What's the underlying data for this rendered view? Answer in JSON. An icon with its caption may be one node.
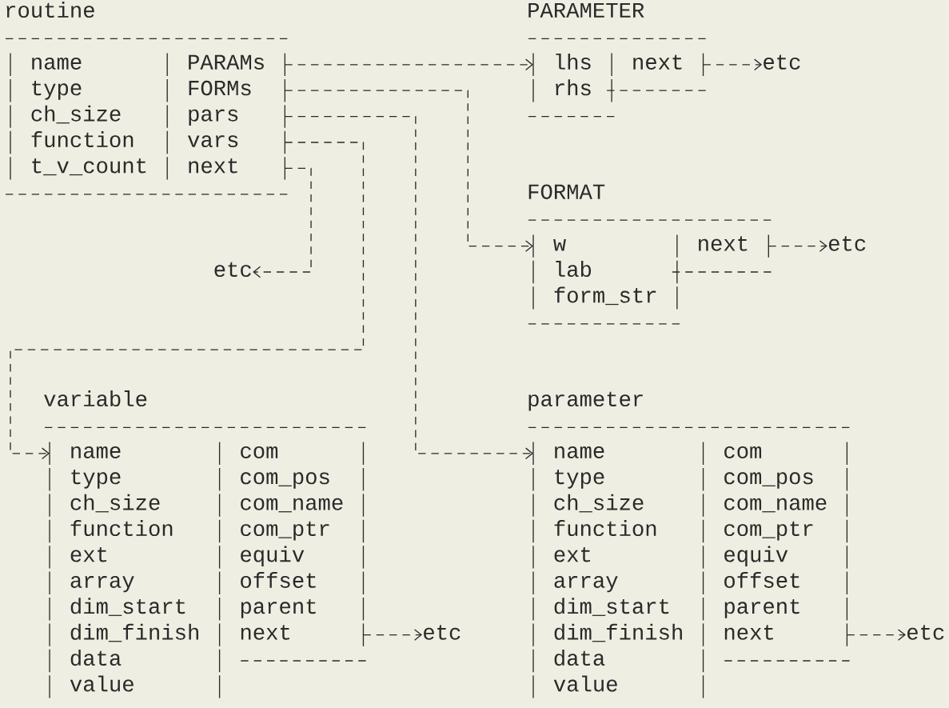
{
  "diagram": {
    "nodes": [
      {
        "text": [
          "routine"
        ]
      },
      {
        "text": [
          "name"
        ],
        "in": 0
      },
      {
        "text": [
          "PARAMs"
        ],
        "in": 0
      },
      {
        "text": [
          "type"
        ],
        "in": 0
      },
      {
        "text": [
          "FORMs"
        ],
        "in": 0
      },
      {
        "text": [
          "ch_size"
        ],
        "in": 0
      },
      {
        "text": [
          "pars"
        ],
        "in": 0
      },
      {
        "text": [
          "function"
        ],
        "in": 0
      },
      {
        "text": [
          "vars"
        ],
        "in": 0
      },
      {
        "text": [
          "t_v_count"
        ],
        "in": 0
      },
      {
        "text": [
          "next"
        ],
        "in": 0
      },
      {
        "text": [
          "PARAMETER"
        ]
      },
      {
        "text": [
          "lhs"
        ],
        "in": 11
      },
      {
        "text": [
          "next"
        ],
        "in": 11
      },
      {
        "text": [
          "rhs"
        ],
        "in": 11
      },
      {
        "text": [
          "etc"
        ]
      },
      {
        "text": [
          "FORMAT"
        ]
      },
      {
        "text": [
          "w"
        ],
        "in": 16
      },
      {
        "text": [
          "next"
        ],
        "in": 16
      },
      {
        "text": [
          "lab"
        ],
        "in": 16
      },
      {
        "text": [
          "form_str"
        ],
        "in": 16
      },
      {
        "text": [
          "etc"
        ]
      },
      {
        "text": [
          "etc"
        ]
      },
      {
        "text": [
          "variable"
        ]
      },
      {
        "text": [
          "name"
        ],
        "in": 23
      },
      {
        "text": [
          "com"
        ],
        "in": 23
      },
      {
        "text": [
          "type"
        ],
        "in": 23
      },
      {
        "text": [
          "com_pos"
        ],
        "in": 23
      },
      {
        "text": [
          "ch_size"
        ],
        "in": 23
      },
      {
        "text": [
          "com_name"
        ],
        "in": 23
      },
      {
        "text": [
          "function"
        ],
        "in": 23
      },
      {
        "text": [
          "com_ptr"
        ],
        "in": 23
      },
      {
        "text": [
          "ext"
        ],
        "in": 23
      },
      {
        "text": [
          "equiv"
        ],
        "in": 23
      },
      {
        "text": [
          "array"
        ],
        "in": 23
      },
      {
        "text": [
          "offset"
        ],
        "in": 23
      },
      {
        "text": [
          "dim_start"
        ],
        "in": 23
      },
      {
        "text": [
          "parent"
        ],
        "in": 23
      },
      {
        "text": [
          "dim_finish"
        ],
        "in": 23
      },
      {
        "text": [
          "next"
        ],
        "in": 23
      },
      {
        "text": [
          "data"
        ],
        "in": 23
      },
      {
        "text": [
          "value"
        ],
        "in": 23
      },
      {
        "text": [
          "etc"
        ]
      },
      {
        "text": [
          "parameter"
        ]
      },
      {
        "text": [
          "name"
        ],
        "in": 43
      },
      {
        "text": [
          "com"
        ],
        "in": 43
      },
      {
        "text": [
          "type"
        ],
        "in": 43
      },
      {
        "text": [
          "com_pos"
        ],
        "in": 43
      },
      {
        "text": [
          "ch_size"
        ],
        "in": 43
      },
      {
        "text": [
          "com_name"
        ],
        "in": 43
      },
      {
        "text": [
          "function"
        ],
        "in": 43
      },
      {
        "text": [
          "com_ptr"
        ],
        "in": 43
      },
      {
        "text": [
          "ext"
        ],
        "in": 43
      },
      {
        "text": [
          "equiv"
        ],
        "in": 43
      },
      {
        "text": [
          "array"
        ],
        "in": 43
      },
      {
        "text": [
          "offset"
        ],
        "in": 43
      },
      {
        "text": [
          "dim_start"
        ],
        "in": 43
      },
      {
        "text": [
          "parent"
        ],
        "in": 43
      },
      {
        "text": [
          "dim_finish"
        ],
        "in": 43
      },
      {
        "text": [
          "next"
        ],
        "in": 43
      },
      {
        "text": [
          "data"
        ],
        "in": 43
      },
      {
        "text": [
          "value"
        ],
        "in": 43
      },
      {
        "text": [
          "etc"
        ]
      }
    ],
    "edges": [
      {
        "from": 2,
        "to": 11,
        "arrow": "to"
      },
      {
        "from": 4,
        "to": 16,
        "arrow": "to"
      },
      {
        "from": 6,
        "to": 43,
        "arrow": "to"
      },
      {
        "from": 8,
        "to": 23,
        "arrow": "to"
      },
      {
        "from": 10,
        "to": 22,
        "arrow": "to"
      },
      {
        "from": 13,
        "to": 15,
        "arrow": "to"
      },
      {
        "from": 18,
        "to": 21,
        "arrow": "to"
      },
      {
        "from": 39,
        "to": 42,
        "arrow": "to"
      },
      {
        "from": 59,
        "to": 62,
        "arrow": "to"
      }
    ]
  }
}
